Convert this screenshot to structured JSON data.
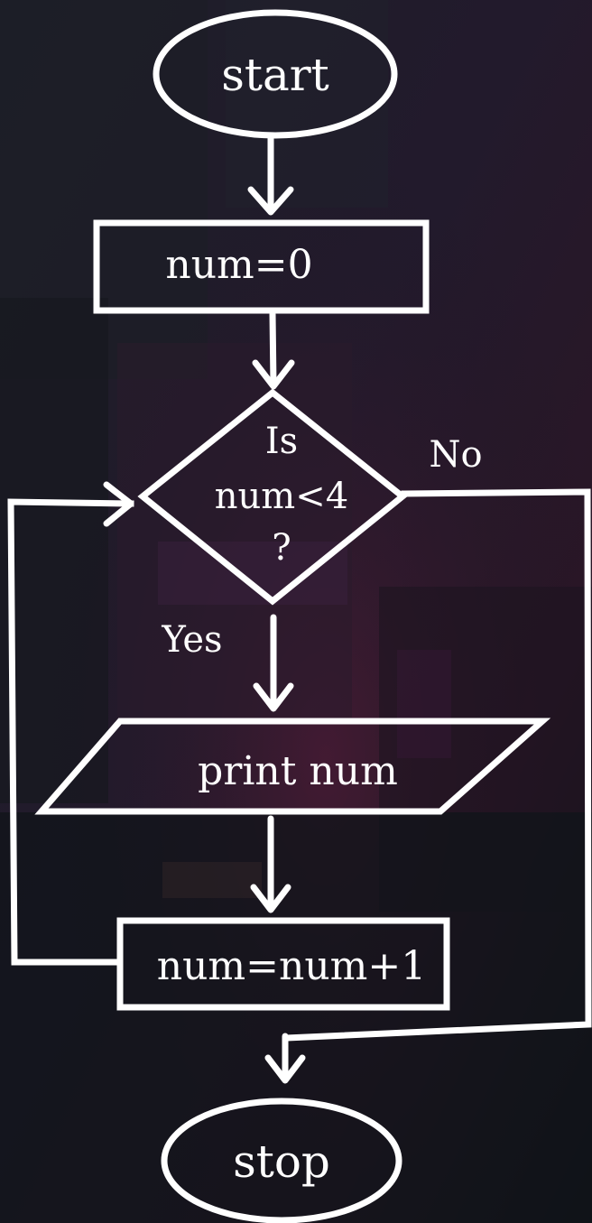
{
  "nodes": {
    "start": "start",
    "init": "num=0",
    "decision": [
      "Is",
      "num<4",
      "?"
    ],
    "output": "print num",
    "increment": "num=num+1",
    "stop": "stop"
  },
  "edges": {
    "yes": "Yes",
    "no": "No"
  },
  "colors": {
    "stroke": "#ffffff",
    "text": "#ffffff"
  }
}
